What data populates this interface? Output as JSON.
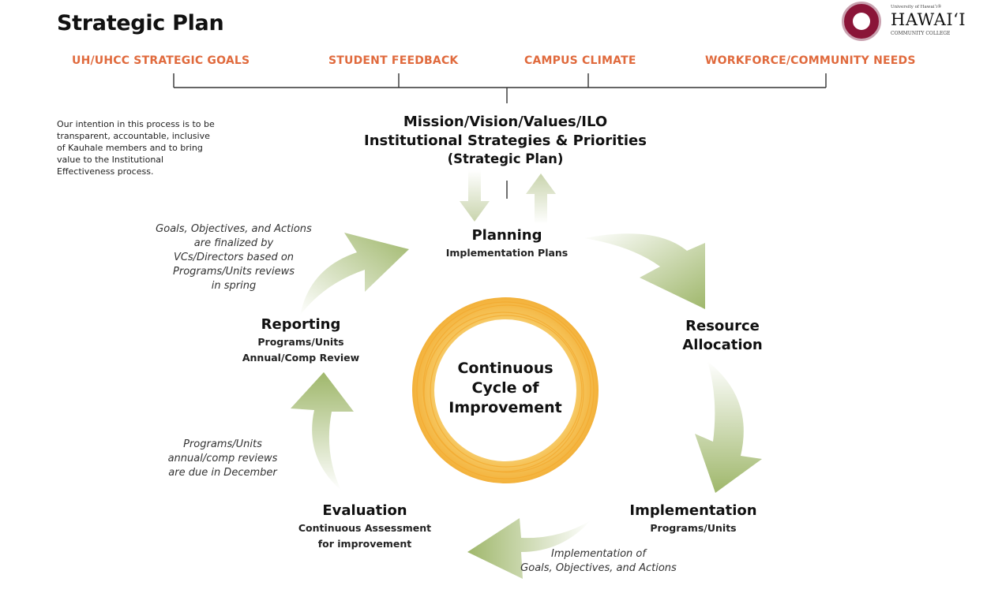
{
  "title": "Strategic Plan",
  "logo": {
    "small_text": "University of Hawaiʻi®",
    "name": "HAWAIʻI",
    "subtitle": "COMMUNITY COLLEGE"
  },
  "inputs": [
    "UH/UHCC STRATEGIC GOALS",
    "STUDENT FEEDBACK",
    "CAMPUS CLIMATE",
    "WORKFORCE/COMMUNITY NEEDS"
  ],
  "intro": "Our intention in this process is to be transparent, accountable, inclusive of Kauhale members and to bring value to the Institutional Effectiveness process.",
  "mission": {
    "line1": "Mission/Vision/Values/ILO",
    "line2": "Institutional Strategies & Priorities",
    "line3": "(Strategic Plan)"
  },
  "cycle": {
    "planning": {
      "title": "Planning",
      "subtitle": "Implementation Plans"
    },
    "resource": {
      "title_line1": "Resource",
      "title_line2": "Allocation"
    },
    "implementation": {
      "title": "Implementation",
      "subtitle": "Programs/Units"
    },
    "evaluation": {
      "title": "Evaluation",
      "subtitle_line1": "Continuous Assessment",
      "subtitle_line2": "for improvement"
    },
    "reporting": {
      "title": "Reporting",
      "subtitle_line1": "Programs/Units",
      "subtitle_line2": "Annual/Comp Review"
    },
    "center": {
      "line1": "Continuous",
      "line2": "Cycle of",
      "line3": "Improvement"
    }
  },
  "notes": {
    "goals": [
      "Goals, Objectives, and Actions",
      "are finalized by",
      "VCs/Directors based on",
      "Programs/Units reviews",
      "in spring"
    ],
    "reviews": [
      "Programs/Units",
      "annual/comp reviews",
      "are due in December"
    ],
    "implementation": [
      "Implementation of",
      "Goals, Objectives, and Actions"
    ]
  },
  "colors": {
    "accent": "#e06a3d",
    "arrow": "#9fb76b",
    "sun": "#f3b13a",
    "maroon": "#8a1538"
  }
}
